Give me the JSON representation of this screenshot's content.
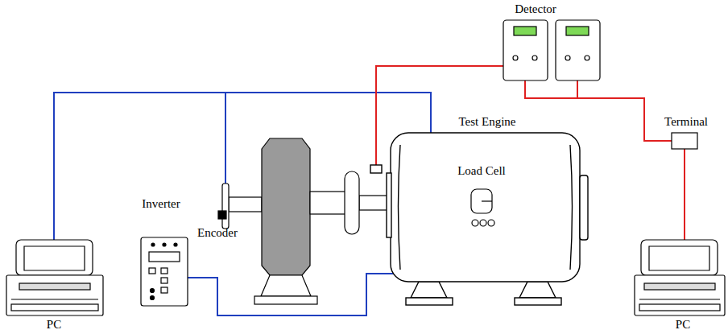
{
  "diagram": {
    "labels": [
      "Detector",
      "Test Engine",
      "Terminal",
      "Load Cell",
      "Inverter",
      "Encoder",
      "PC",
      "PC"
    ]
  }
}
